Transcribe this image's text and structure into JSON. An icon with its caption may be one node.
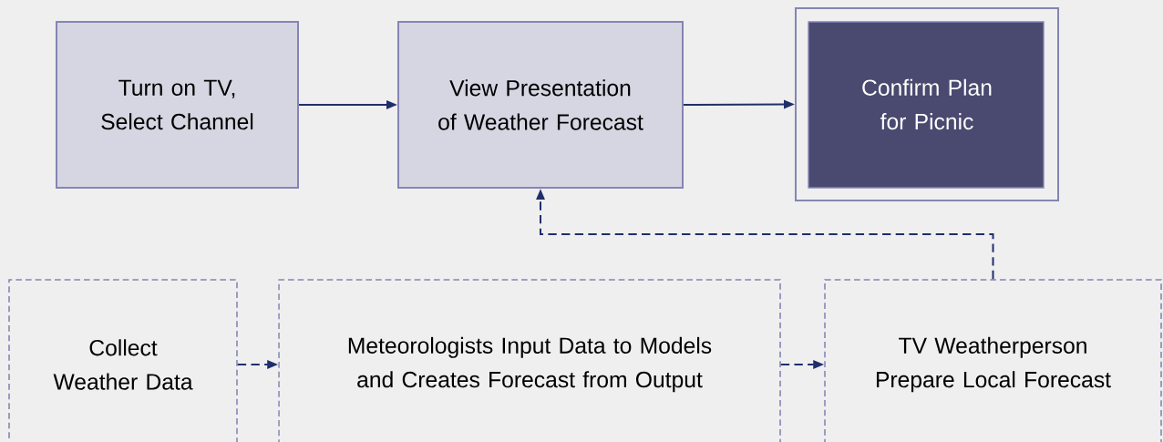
{
  "diagram": {
    "nodes": [
      {
        "text": [
          "Turn on TV, Select Channel"
        ]
      },
      {
        "text": [
          "View Presentation of Weather Forecast"
        ]
      },
      {
        "text": [
          "Confirm Plan for Picnic"
        ]
      },
      {
        "text": [
          "Collect Weather Data"
        ]
      },
      {
        "text": [
          "Meteorologists Input Data to Models and Creates Forecast from Output"
        ]
      },
      {
        "text": [
          "TV Weatherperson Prepare Local Forecast"
        ]
      }
    ],
    "edges": [
      {
        "from": 0,
        "to": 1,
        "arrow": "to"
      },
      {
        "from": 1,
        "to": 2,
        "arrow": "to"
      },
      {
        "from": 3,
        "to": 4,
        "arrow": "to",
        "style": "dashed"
      },
      {
        "from": 4,
        "to": 5,
        "arrow": "to",
        "style": "dashed"
      },
      {
        "from": 5,
        "to": 1,
        "arrow": "to",
        "style": "dashed"
      }
    ]
  }
}
